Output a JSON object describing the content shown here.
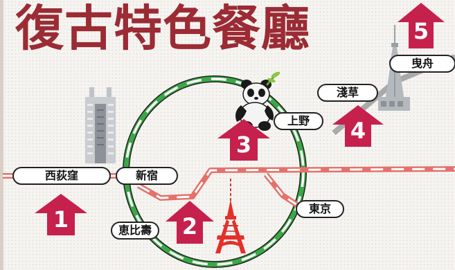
{
  "title": "復古特色餐廳",
  "colors": {
    "title": "#9b2b34",
    "marker": "#c6204d",
    "ring_line": "#3aa845",
    "chuo_line": "#e4716b",
    "sky_line": "#a9a9a9"
  },
  "stations": {
    "nishiogikubo": "西荻窪",
    "shinjuku": "新宿",
    "ebisu": "恵比壽",
    "tokyo": "東京",
    "ueno": "上野",
    "asakusa": "淺草",
    "oshiage": "曳舟"
  },
  "markers": [
    "1",
    "2",
    "3",
    "4",
    "5"
  ],
  "landmarks": [
    "tokyo-metropolitan-government-building",
    "tokyo-tower",
    "ueno-panda",
    "tokyo-skytree"
  ]
}
